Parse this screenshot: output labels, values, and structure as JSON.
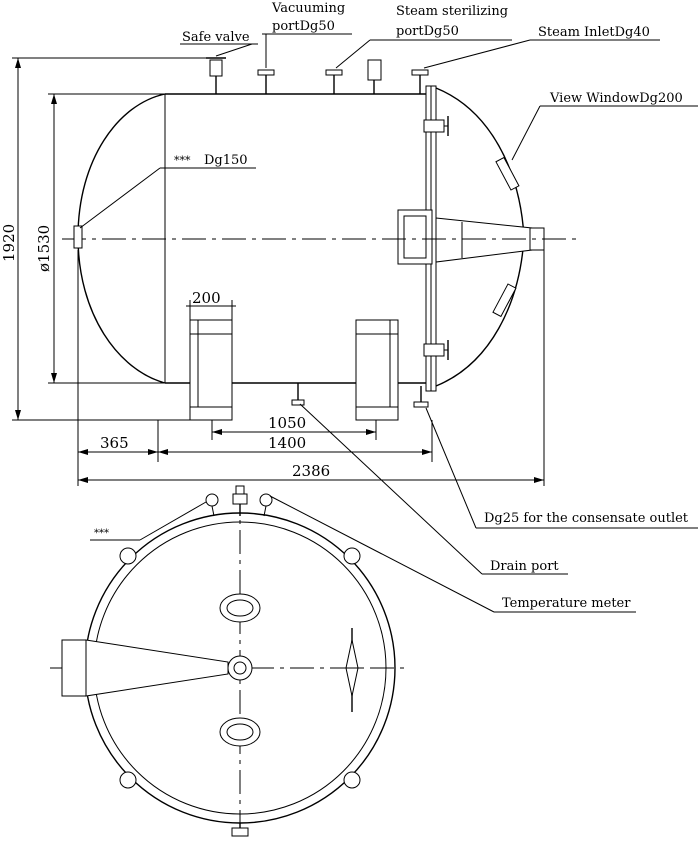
{
  "labels": {
    "safe_valve": "Safe valve",
    "vacuuming_1": "Vacuuming",
    "vacuuming_2": "portDg50",
    "steam_ster_1": "Steam sterilizing",
    "steam_ster_2": "portDg50",
    "steam_inlet": "Steam InletDg40",
    "view_window": "View WindowDg200",
    "manhole": "Dg150",
    "condensate": "Dg25 for the consensate outlet",
    "drain_port": "Drain port",
    "temperature_meter": "Temperature meter"
  },
  "dimensions": {
    "height": "1920",
    "diameter": "ø1530",
    "leg_width": "200",
    "leg_spacing": "1050",
    "leg_span": "1400",
    "end_offset": "365",
    "total_length": "2386"
  }
}
